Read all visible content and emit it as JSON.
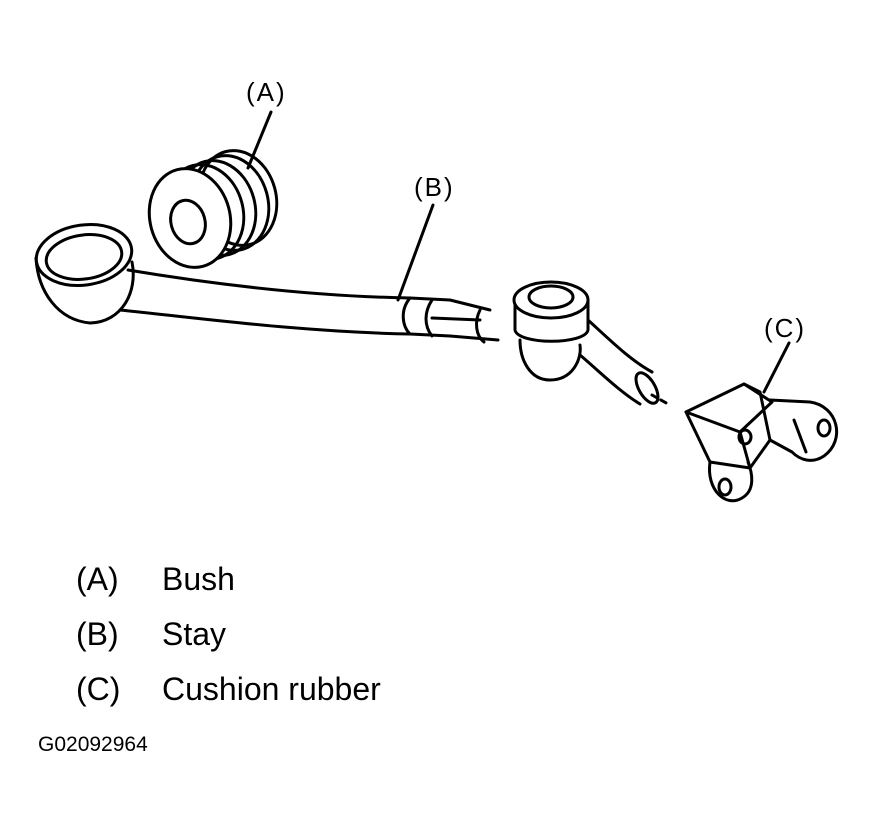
{
  "callouts": [
    {
      "id": "A",
      "text": "(A)"
    },
    {
      "id": "B",
      "text": "(B)"
    },
    {
      "id": "C",
      "text": "(C)"
    }
  ],
  "legend": [
    {
      "key": "(A)",
      "label": "Bush"
    },
    {
      "key": "(B)",
      "label": "Stay"
    },
    {
      "key": "(C)",
      "label": "Cushion rubber"
    }
  ],
  "figure_id": "G02092964",
  "colors": {
    "ink": "#000000",
    "paper": "#ffffff"
  }
}
